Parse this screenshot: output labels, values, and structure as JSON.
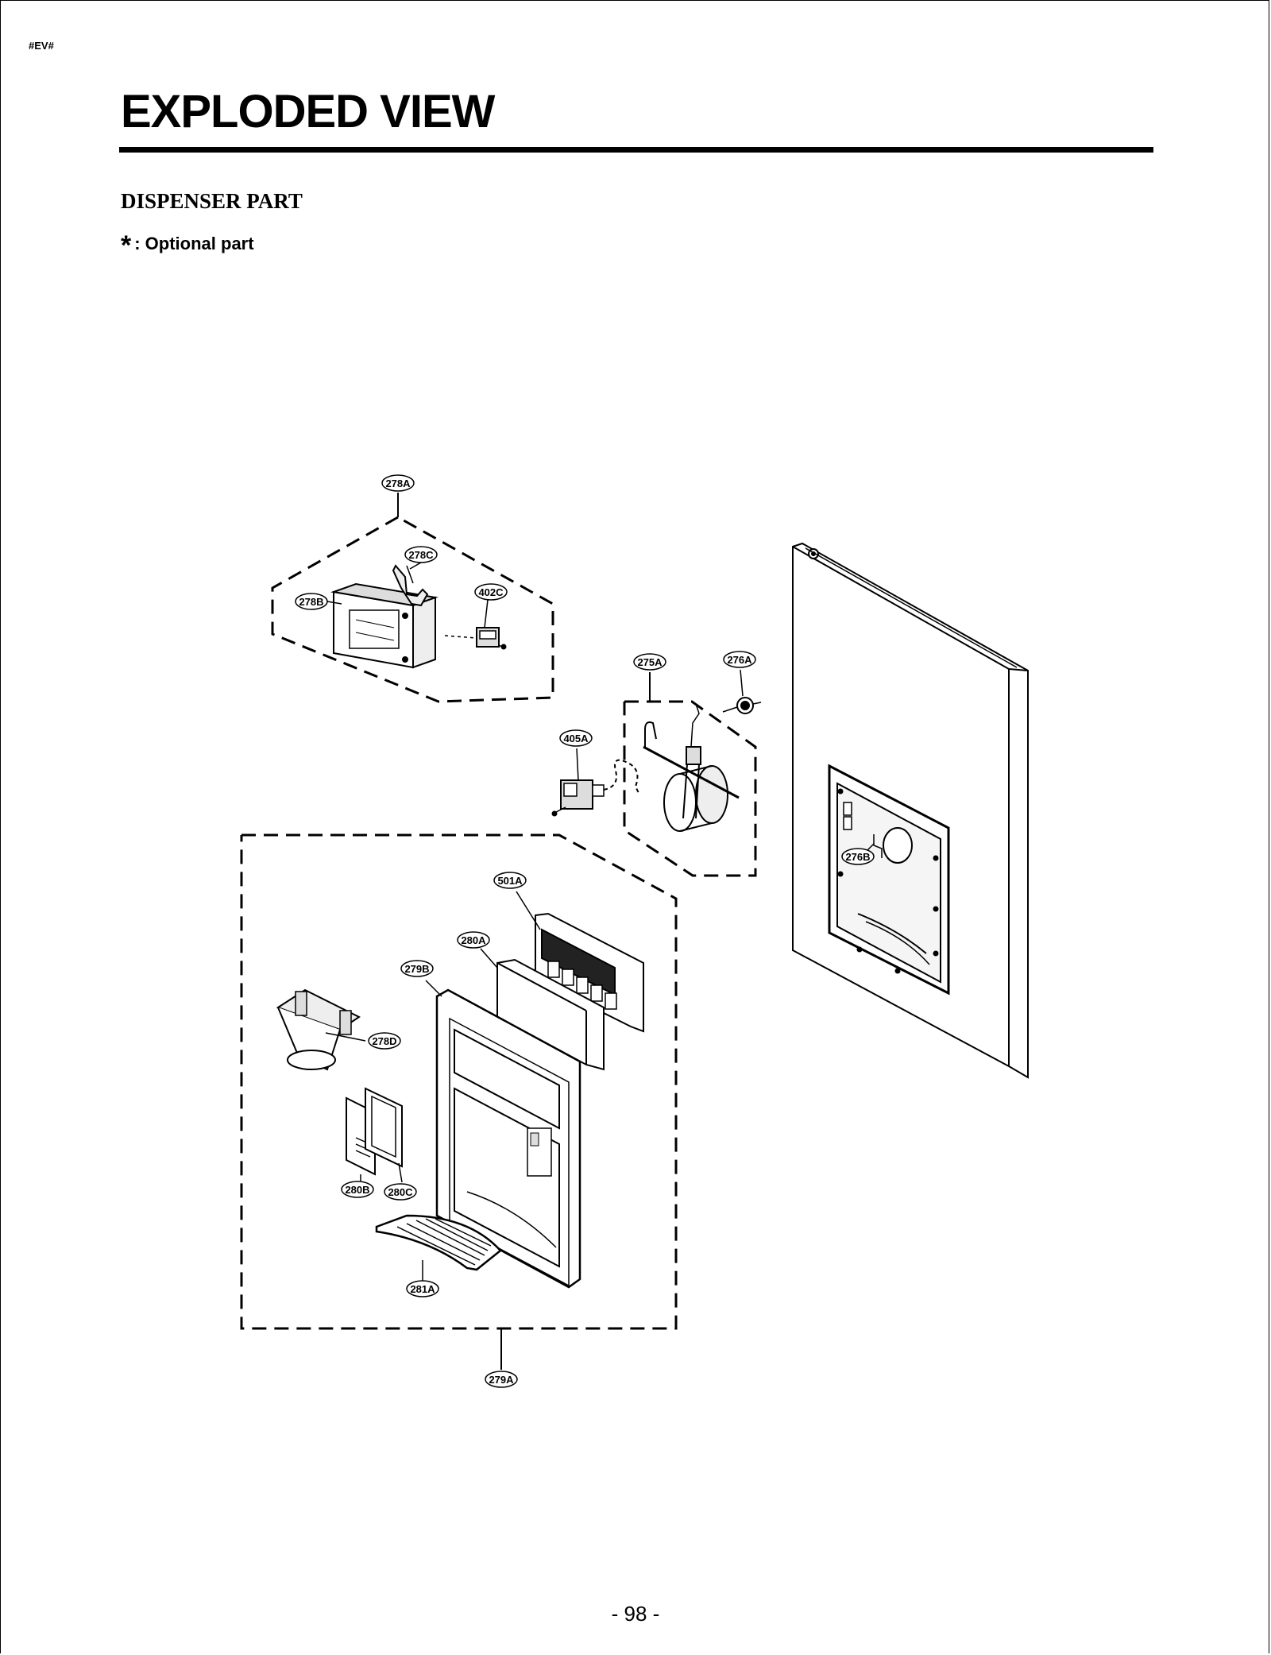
{
  "header": {
    "doc_code": "#EV#",
    "title": "EXPLODED VIEW"
  },
  "section": {
    "title": "DISPENSER PART",
    "legend_symbol": "*",
    "legend_text": ": Optional part"
  },
  "callouts": {
    "c278A": "278A",
    "c278B": "278B",
    "c278C": "278C",
    "c402C": "402C",
    "c275A": "275A",
    "c276A": "276A",
    "c405A": "405A",
    "c276B": "276B",
    "c501A": "501A",
    "c280A": "280A",
    "c279B": "279B",
    "c278D": "278D",
    "c280B": "280B",
    "c280C": "280C",
    "c281A": "281A",
    "c279A": "279A"
  },
  "footer": {
    "page_number": "- 98 -"
  }
}
